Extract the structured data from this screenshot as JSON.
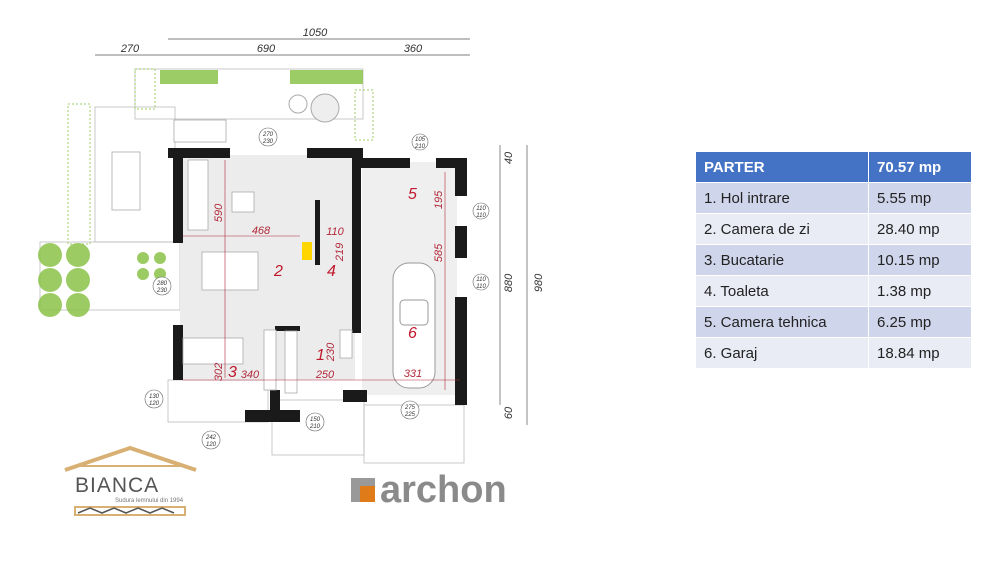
{
  "plan": {
    "dimensions_top": {
      "total": "1050",
      "left": "270",
      "middle": "690",
      "right": "360"
    },
    "dimensions_right": {
      "top": "40",
      "inner": "880",
      "total": "980",
      "bottom": "60"
    },
    "inner_dimensions": [
      "590",
      "468",
      "110",
      "219",
      "585",
      "195",
      "230",
      "250",
      "302",
      "340",
      "331"
    ],
    "rooms": [
      "1",
      "2",
      "3",
      "4",
      "5",
      "6"
    ],
    "opening_tags": [
      [
        "270",
        "230"
      ],
      [
        "105",
        "210"
      ],
      [
        "110",
        "110"
      ],
      [
        "110",
        "110"
      ],
      [
        "280",
        "230"
      ],
      [
        "130",
        "120"
      ],
      [
        "242",
        "120"
      ],
      [
        "150",
        "210"
      ],
      [
        "275",
        "225"
      ]
    ]
  },
  "logos": {
    "bianca": {
      "name": "BIANCA",
      "tagline": "Sudura lemnului din 1994"
    },
    "archon": {
      "name": "archon"
    }
  },
  "colors": {
    "header": "#4472c4",
    "row_odd": "#cfd5ea",
    "row_even": "#e9ebf5",
    "room_number": "#c0182c",
    "archon_orange": "#e07b1a"
  },
  "area_table": {
    "header": {
      "label": "PARTER",
      "value": "70.57 mp"
    },
    "rows": [
      {
        "label": "1. Hol intrare",
        "value": "5.55 mp"
      },
      {
        "label": "2. Camera de zi",
        "value": "28.40 mp"
      },
      {
        "label": "3. Bucatarie",
        "value": "10.15 mp"
      },
      {
        "label": "4. Toaleta",
        "value": "1.38 mp"
      },
      {
        "label": "5. Camera tehnica",
        "value": "6.25 mp"
      },
      {
        "label": "6. Garaj",
        "value": "18.84 mp"
      }
    ]
  }
}
